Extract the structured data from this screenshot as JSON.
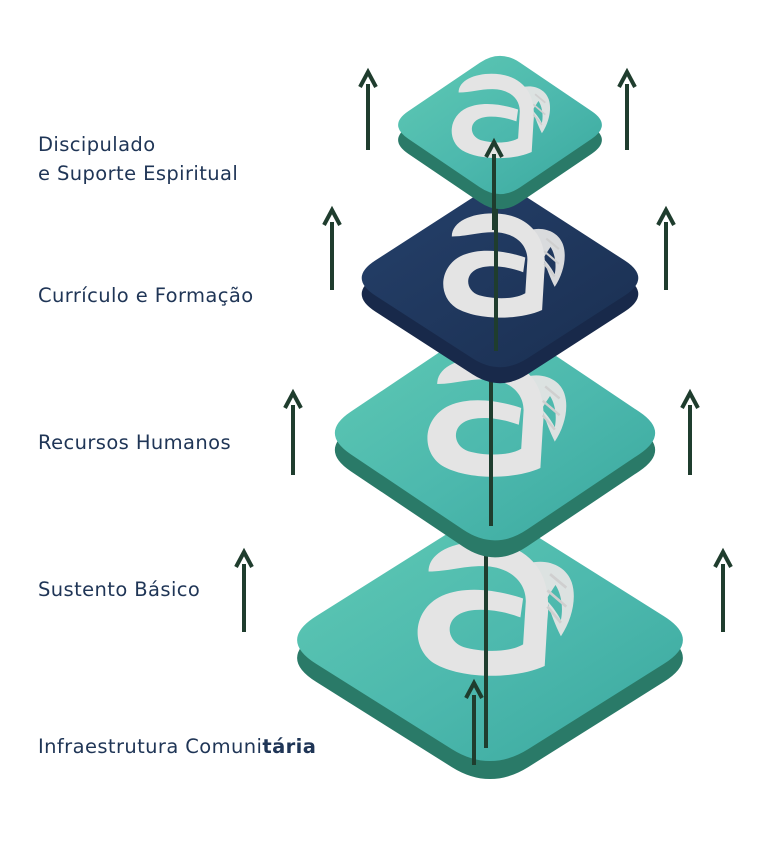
{
  "layers": [
    {
      "id": "infra",
      "label_lines": [
        "Infraestrutura Comunitária"
      ],
      "label_plain": "Infraestrutura Comuni",
      "label_bold": "tária",
      "color": "#4cb8ad"
    },
    {
      "id": "sustento",
      "label_lines": [
        "Sustento Básico"
      ],
      "color": "#4cb8ad"
    },
    {
      "id": "rh",
      "label_lines": [
        "Recursos Humanos"
      ],
      "color": "#4cb8ad"
    },
    {
      "id": "curriculo",
      "label_lines": [
        "Currículo e Formação"
      ],
      "color": "#1f3556"
    },
    {
      "id": "discipulado",
      "label_lines": [
        "Discipulado",
        "e Suporte Espiritual"
      ],
      "color": "#4cb8ad"
    }
  ],
  "colors": {
    "teal_top": "#4cb8ad",
    "teal_side": "#2a7a68",
    "navy_top": "#1f3556",
    "navy_side": "#18294a",
    "arrow": "#1f3d2e",
    "logo": "#e4e4e4",
    "text": "#1f3556"
  },
  "icons": {
    "arrow": "up-arrow-icon",
    "logo": "wing-logo-icon"
  }
}
